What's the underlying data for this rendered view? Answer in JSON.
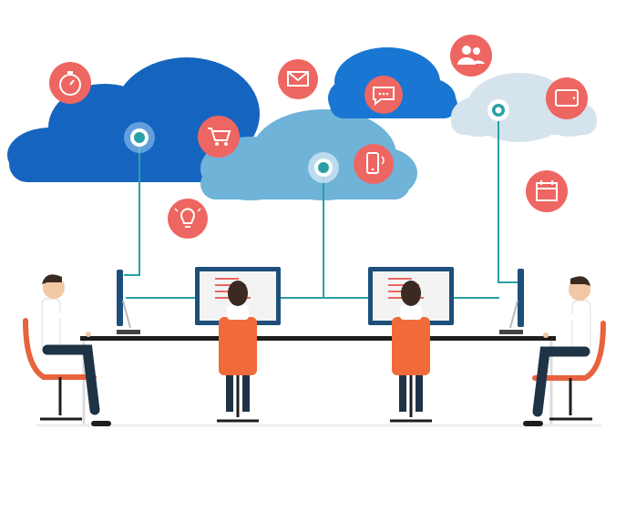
{
  "colors": {
    "cloud_dark": "#1565c0",
    "cloud_mid": "#6fb3d9",
    "cloud_right": "#1976d2",
    "cloud_pale": "#d5e3ec",
    "connector": "#2aa0a6",
    "icon_badge": "#ee6661",
    "chair": "#e8623e",
    "shirt": "#f06a3a",
    "pants": "#1f3347",
    "hair": "#3a2a22",
    "skin": "#f1c7a4",
    "desk": "#1d1d1d",
    "monitor_frame": "#1d4f7a"
  },
  "icons": [
    "timer-icon",
    "shopping-cart-icon",
    "lightbulb-icon",
    "mail-icon",
    "mobile-phone-icon",
    "chat-bubble-icon",
    "users-icon",
    "tablet-icon",
    "calendar-icon"
  ],
  "people": [
    "person-left-side",
    "person-center-left",
    "person-center-right",
    "person-right-side"
  ]
}
